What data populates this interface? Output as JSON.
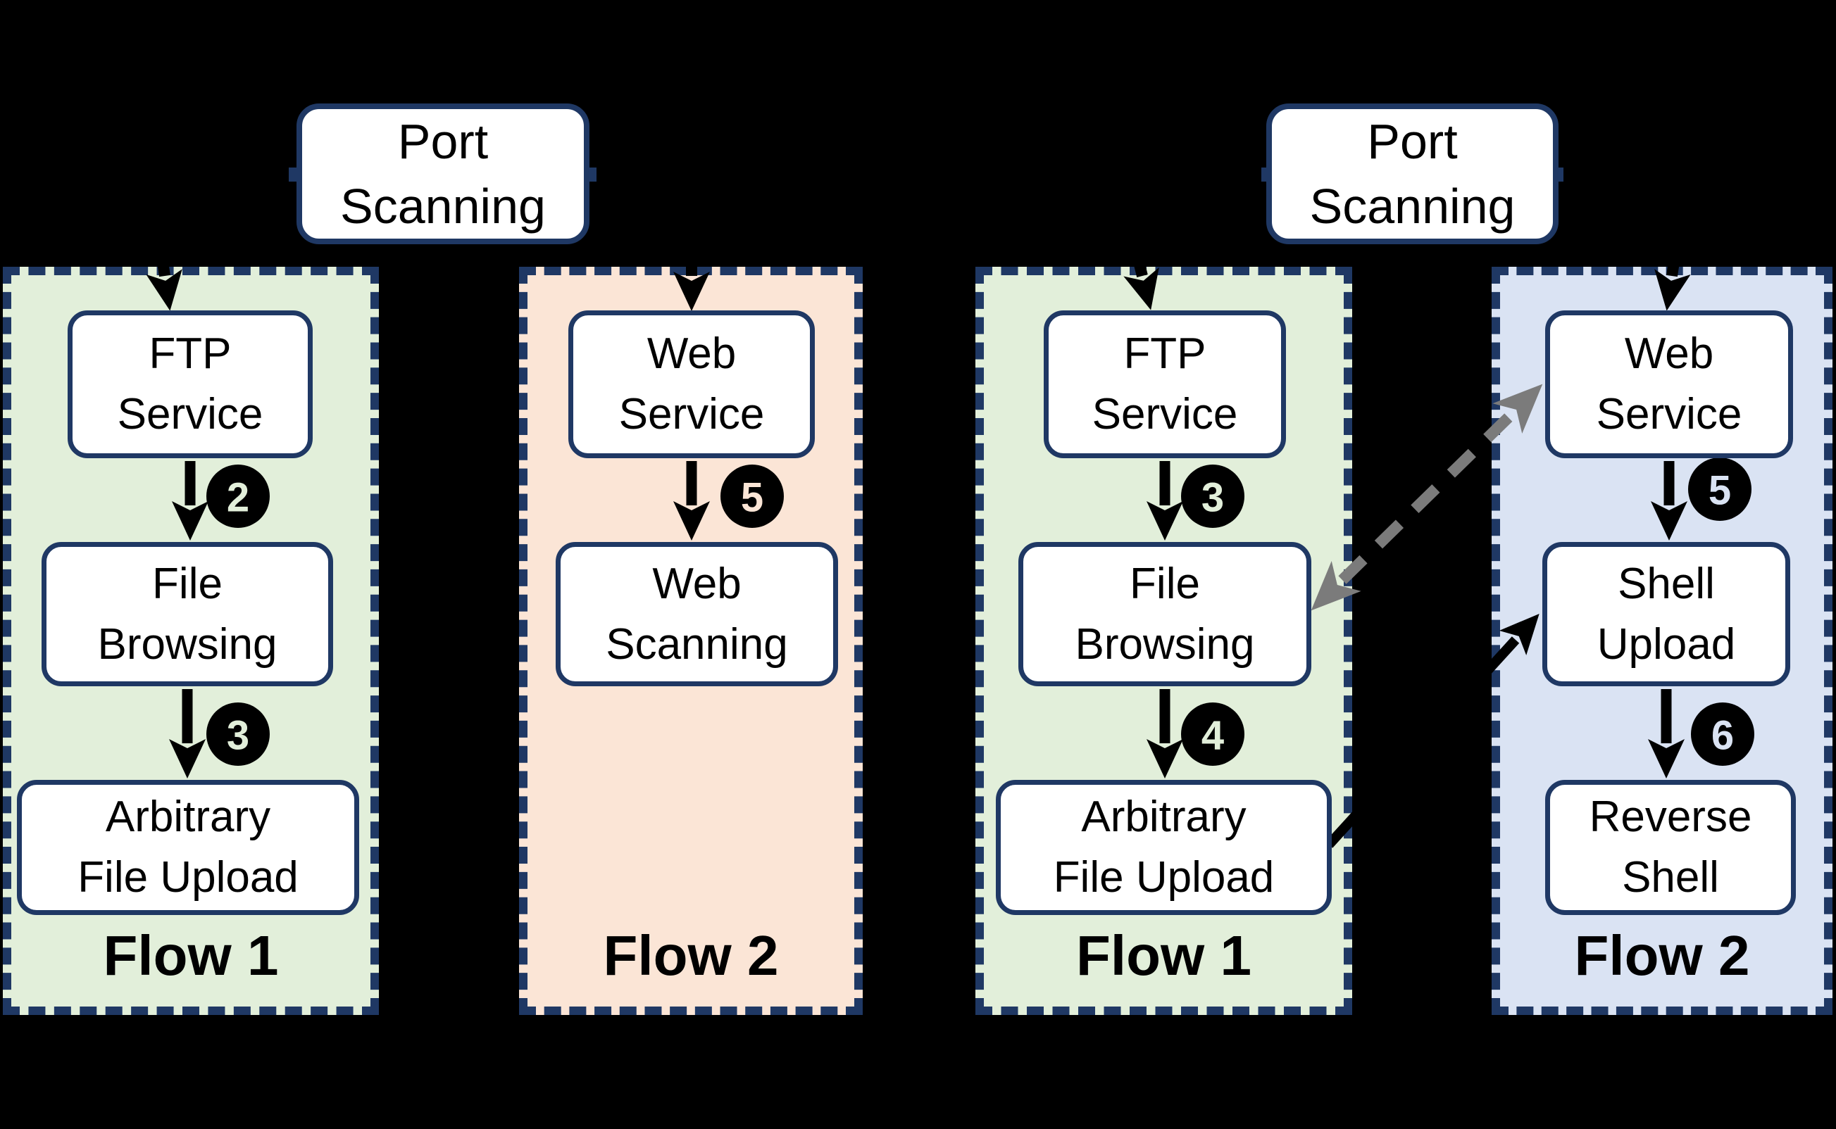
{
  "figure": {
    "left_diagram": {
      "port_scanning": {
        "label": "Port Scanning",
        "lines": [
          "Port",
          "Scanning"
        ]
      },
      "flow1": {
        "label": "Flow 1",
        "panel_color": "#e2efda",
        "nodes": [
          {
            "label": "FTP Service",
            "lines": [
              "FTP",
              "Service"
            ]
          },
          {
            "label": "File Browsing",
            "lines": [
              "File",
              "Browsing"
            ]
          },
          {
            "label": "Arbitrary File Upload",
            "lines": [
              "Arbitrary",
              "File Upload"
            ]
          }
        ],
        "steps": [
          "2",
          "3"
        ]
      },
      "flow2": {
        "label": "Flow 2",
        "panel_color": "#fbe5d6",
        "nodes": [
          {
            "label": "Web Service",
            "lines": [
              "Web",
              "Service"
            ]
          },
          {
            "label": "Web Scanning",
            "lines": [
              "Web",
              "Scanning"
            ]
          }
        ],
        "steps": [
          "5"
        ]
      }
    },
    "right_diagram": {
      "port_scanning": {
        "label": "Port Scanning",
        "lines": [
          "Port",
          "Scanning"
        ]
      },
      "flow1": {
        "label": "Flow 1",
        "panel_color": "#e2efda",
        "nodes": [
          {
            "label": "FTP Service",
            "lines": [
              "FTP",
              "Service"
            ]
          },
          {
            "label": "File Browsing",
            "lines": [
              "File",
              "Browsing"
            ]
          },
          {
            "label": "Arbitrary File Upload",
            "lines": [
              "Arbitrary",
              "File Upload"
            ]
          }
        ],
        "steps": [
          "3",
          "4"
        ]
      },
      "flow2": {
        "label": "Flow 2",
        "panel_color": "#dae3f3",
        "nodes": [
          {
            "label": "Web Service",
            "lines": [
              "Web",
              "Service"
            ]
          },
          {
            "label": "Shell Upload",
            "lines": [
              "Shell",
              "Upload"
            ]
          },
          {
            "label": "Reverse Shell",
            "lines": [
              "Reverse",
              "Shell"
            ]
          }
        ],
        "steps": [
          "5",
          "6"
        ]
      },
      "cross_links": [
        {
          "from": "File Browsing (Flow 1)",
          "to": "Web Service (Flow 2)",
          "style": "dashed",
          "color": "#7b7b7b",
          "bidirectional": true
        },
        {
          "from": "Arbitrary File Upload (Flow 1)",
          "to": "Shell Upload (Flow 2)",
          "style": "solid",
          "color": "#000000",
          "bidirectional": false
        }
      ]
    },
    "colors": {
      "background": "#000000",
      "panel_green": "#e2efda",
      "panel_peach": "#fbe5d6",
      "panel_blue": "#dae3f3",
      "border_navy": "#1f3864",
      "node_fill": "#ffffff",
      "badge_fill": "#000000",
      "gray_arrow": "#7b7b7b"
    }
  }
}
